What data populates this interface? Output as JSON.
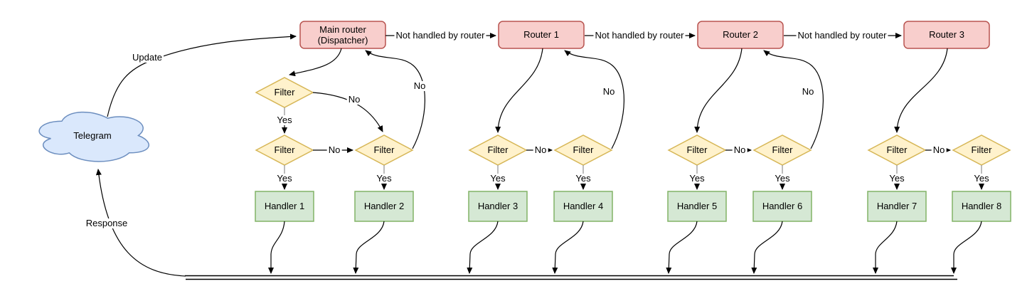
{
  "colors": {
    "router_fill": "#f8cecc",
    "router_stroke": "#b85450",
    "filter_fill": "#fff2cc",
    "filter_stroke": "#d6b656",
    "handler_fill": "#d5e8d4",
    "handler_stroke": "#82b366",
    "cloud_fill": "#dae8fc",
    "cloud_stroke": "#6c8ebf",
    "edge": "#000000"
  },
  "cloud": {
    "label": "Telegram"
  },
  "edge_labels": {
    "update": "Update",
    "response": "Response",
    "yes": "Yes",
    "no": "No",
    "not_handled": "Not handled by router"
  },
  "routers": {
    "main": {
      "label": "Main router\n(Dispatcher)"
    },
    "router1": {
      "label": "Router 1"
    },
    "router2": {
      "label": "Router 2"
    },
    "router3": {
      "label": "Router 3"
    }
  },
  "filter_label": "Filter",
  "handlers": [
    "Handler 1",
    "Handler 2",
    "Handler 3",
    "Handler 4",
    "Handler 5",
    "Handler 6",
    "Handler 7",
    "Handler 8"
  ]
}
